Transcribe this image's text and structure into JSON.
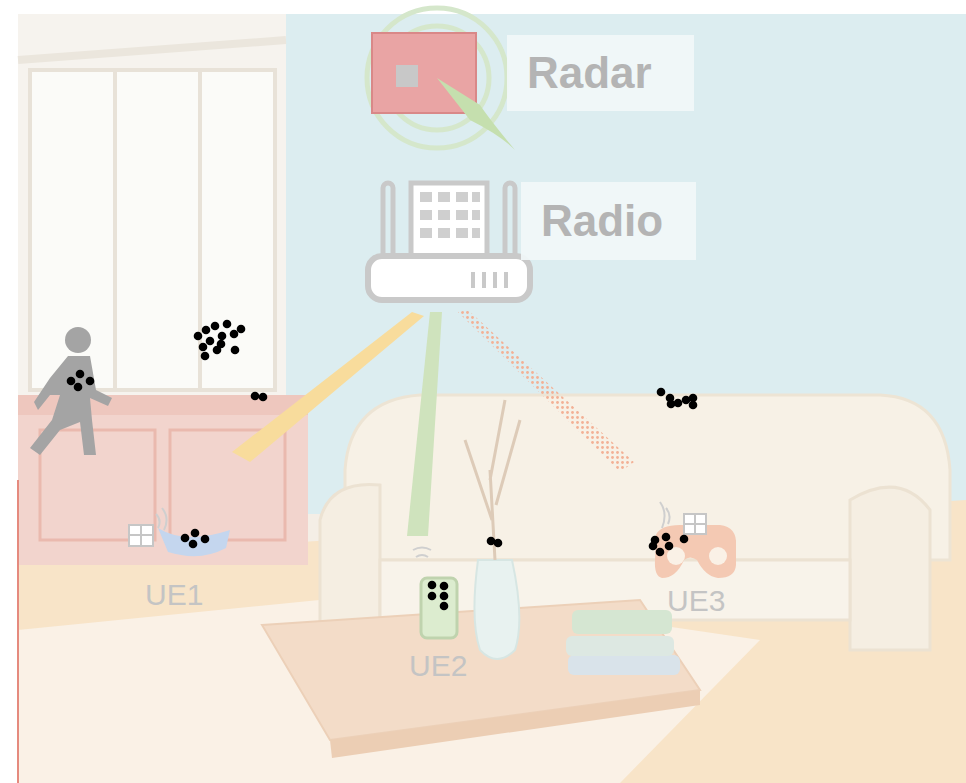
{
  "diagram": {
    "nodes": [
      {
        "text": [
          "Radar"
        ]
      },
      {
        "text": [
          "Radio"
        ]
      }
    ],
    "labels": [
      "UE1",
      "UE2",
      "UE3"
    ]
  }
}
